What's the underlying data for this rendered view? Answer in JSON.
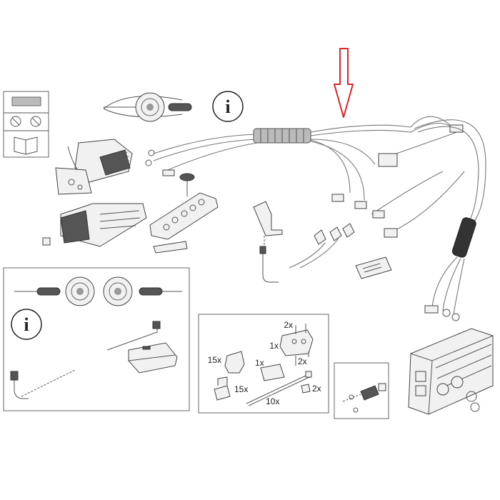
{
  "diagram": {
    "info_symbol": "i",
    "quantities": {
      "q_2x_top": "2x",
      "q_1x_top": "1x",
      "q_15x_top": "15x",
      "q_1x_mid": "1x",
      "q_2x_mid": "2x",
      "q_15x_bottom": "15x",
      "q_10x": "10x",
      "q_2x_bottom": "2x"
    },
    "accent_color": "#d9262b",
    "icons": [
      "info-icon",
      "manual-book-icon",
      "no-symbol-icon",
      "red-arrow-indicator"
    ]
  }
}
